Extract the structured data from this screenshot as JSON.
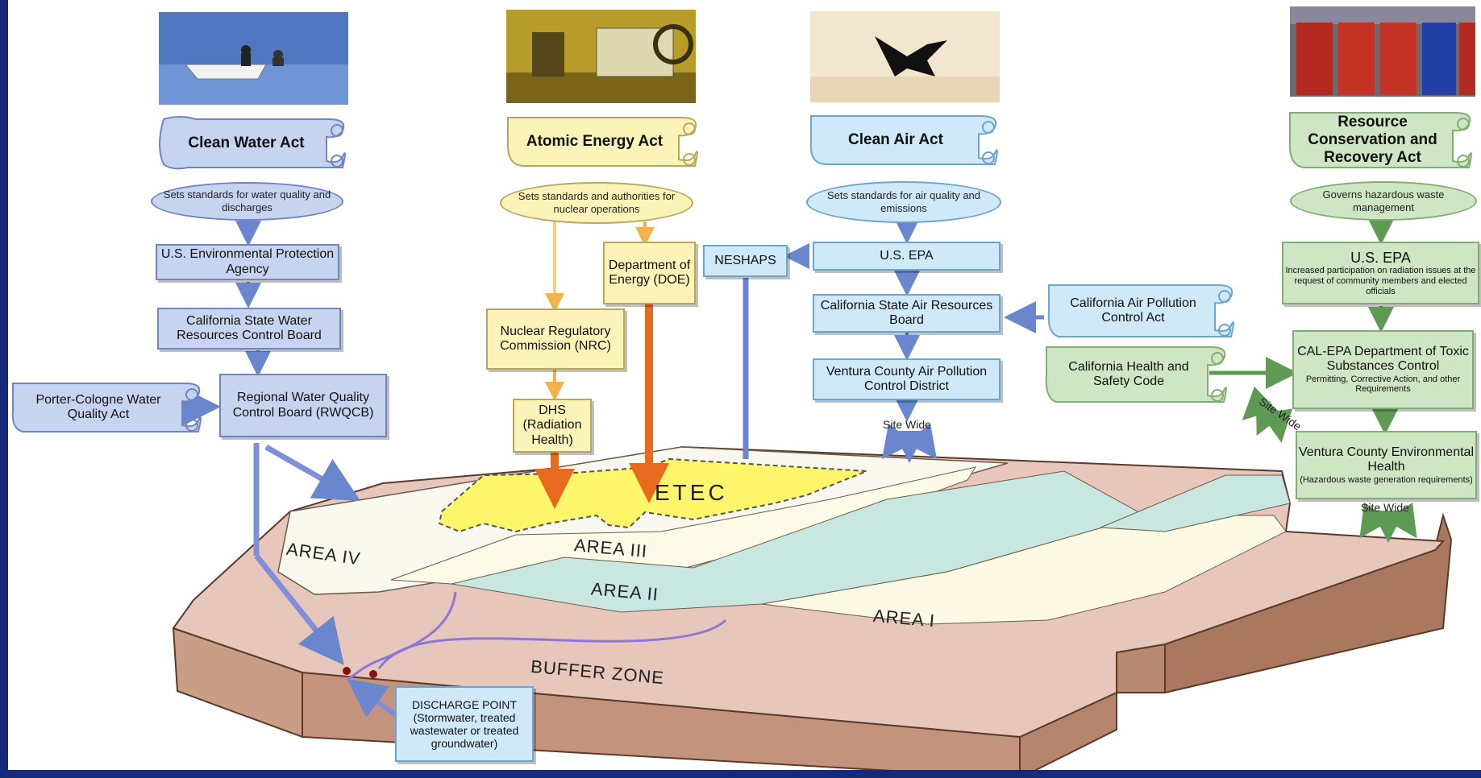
{
  "icons": {
    "photo_boat": "boat-photo-icon",
    "photo_lab": "laboratory-photo-icon",
    "photo_bird": "bird-photo-icon",
    "photo_drums": "waste-drums-photo-icon"
  },
  "colors": {
    "frame": "#152a7a",
    "water_path": "#7f8ed6",
    "nuclear_arrow": "#e86a1f",
    "air_arrow": "#6a86cf",
    "waste_arrow": "#5f9a55",
    "etec_area": "#fdf66a"
  },
  "clean_water": {
    "act": "Clean Water Act",
    "desc": "Sets standards for water quality and discharges",
    "epa": "U.S. Environmental Protection Agency",
    "state": "California State Water Resources Control Board",
    "regional": "Regional Water Quality Control Board (RWQCB)",
    "porter": "Porter-Cologne Water Quality Act"
  },
  "atomic": {
    "act": "Atomic Energy Act",
    "desc": "Sets standards and authorities for nuclear operations",
    "nrc": "Nuclear Regulatory Commission (NRC)",
    "doe": "Department of Energy (DOE)",
    "dhs": "DHS (Radiation Health)"
  },
  "clean_air": {
    "act": "Clean Air  Act",
    "desc": "Sets standards for air quality and emissions",
    "epa": "U.S.  EPA",
    "neshaps": "NESHAPS",
    "state": "California State Air Resources Board",
    "county": "Ventura County Air Pollution Control District",
    "air_act": "California Air Pollution Control Act",
    "site_wide": "Site Wide"
  },
  "rcra": {
    "act": "Resource Conservation and Recovery Act",
    "desc": "Governs hazardous waste management",
    "epa_title": "U.S.  EPA",
    "epa_text": "Increased participation on radiation issues at the request of community members and elected officials",
    "dtsc_title": "CAL-EPA Department of Toxic Substances Control",
    "dtsc_text": "Permitting, Corrective Action, and other Requirements",
    "health_code": "California Health and Safety Code",
    "county_title": "Ventura County Environmental Health",
    "county_text": "(Hazardous waste generation requirements)",
    "site_wide_1": "Site Wide",
    "site_wide_2": "Site Wide"
  },
  "map": {
    "etec": "ETEC",
    "area4": "AREA IV",
    "area3": "AREA III",
    "area2": "AREA II",
    "area1": "AREA I",
    "buffer": "BUFFER ZONE",
    "discharge": "DISCHARGE POINT (Stormwater, treated wastewater or treated groundwater)"
  }
}
